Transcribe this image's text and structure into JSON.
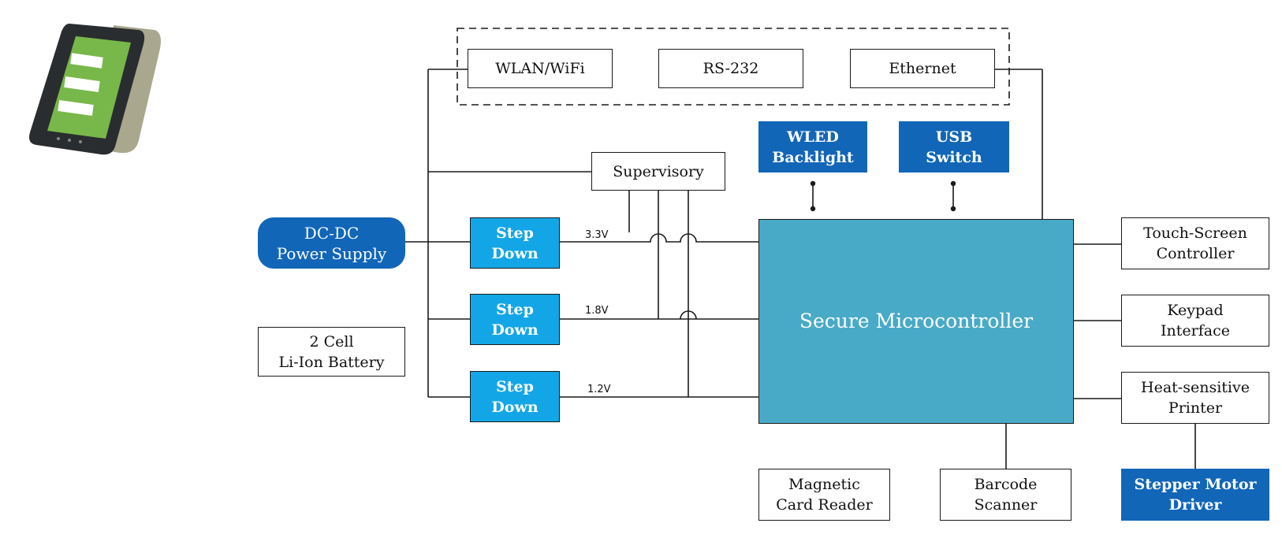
{
  "interfaces": {
    "wlan": "WLAN/WiFi",
    "rs232": "RS-232",
    "ethernet": "Ethernet"
  },
  "supervisory": "Supervisory",
  "power_supply": [
    "DC-DC",
    "Power Supply"
  ],
  "battery": [
    "2 Cell",
    "Li-Ion Battery"
  ],
  "step_down": [
    {
      "label": [
        "Step",
        "Down"
      ],
      "voltage": "3.3V"
    },
    {
      "label": [
        "Step",
        "Down"
      ],
      "voltage": "1.8V"
    },
    {
      "label": [
        "Step",
        "Down"
      ],
      "voltage": "1.2V"
    }
  ],
  "wled": [
    "WLED",
    "Backlight"
  ],
  "usb": [
    "USB",
    "Switch"
  ],
  "mcu": "Secure Microcontroller",
  "peripherals_right": [
    [
      "Touch-Screen",
      "Controller"
    ],
    [
      "Keypad",
      "Interface"
    ],
    [
      "Heat-sensitive",
      "Printer"
    ]
  ],
  "stepper": [
    "Stepper Motor",
    "Driver"
  ],
  "magnetic": [
    "Magnetic",
    "Card Reader"
  ],
  "barcode": [
    "Barcode",
    "Scanner"
  ],
  "colors": {
    "dark_blue": "#1166b8",
    "light_blue": "#13a6e6",
    "mcu_teal": "#48aac6"
  },
  "device_image": "handheld-pos-terminal"
}
